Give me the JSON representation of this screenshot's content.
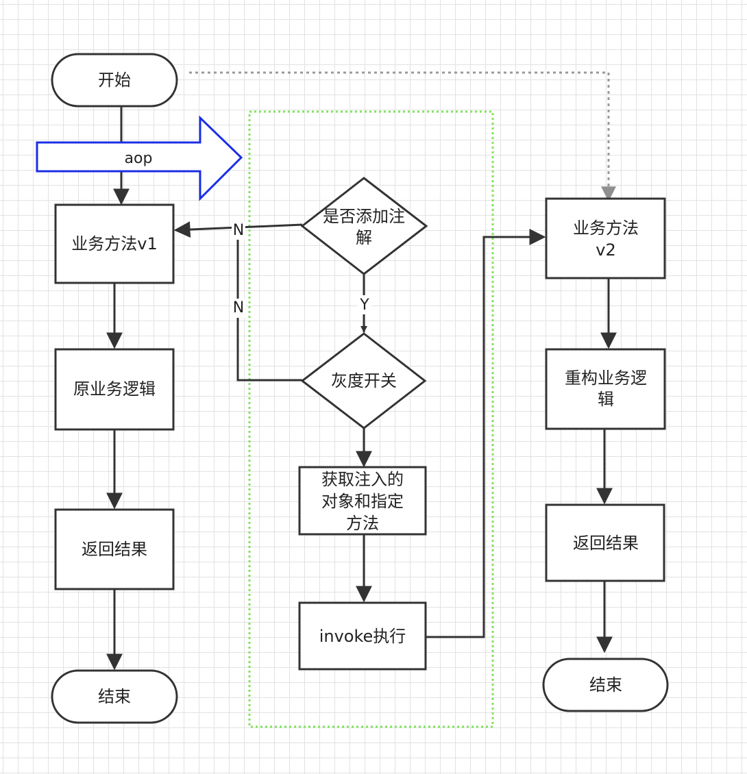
{
  "diagram": {
    "nodes": {
      "start": {
        "lines": [
          "开始"
        ]
      },
      "biz_v1": {
        "lines": [
          "业务方法v1"
        ]
      },
      "orig_logic": {
        "lines": [
          "原业务逻辑"
        ]
      },
      "return_left": {
        "lines": [
          "返回结果"
        ]
      },
      "end_left": {
        "lines": [
          "结束"
        ]
      },
      "is_annotated": {
        "lines": [
          "是否添加注",
          "解"
        ]
      },
      "gray_switch": {
        "lines": [
          "灰度开关"
        ]
      },
      "get_target": {
        "lines": [
          "获取注入的",
          "对象和指定",
          "方法"
        ]
      },
      "invoke": {
        "lines": [
          "invoke执行"
        ]
      },
      "biz_v2": {
        "lines": [
          "业务方法",
          "v2"
        ]
      },
      "refactor_logic": {
        "lines": [
          "重构业务逻",
          "辑"
        ]
      },
      "return_right": {
        "lines": [
          "返回结果"
        ]
      },
      "end_right": {
        "lines": [
          "结束"
        ]
      }
    },
    "aop_arrow_label": "aop",
    "edge_labels": {
      "annotated_no": "N",
      "annotated_yes": "Y",
      "gray_no": "N"
    },
    "colors": {
      "stroke": "#333333",
      "aop_arrow": "#1a2ee6",
      "aop_region": "#7fe35a",
      "dotted_link": "#999999"
    }
  }
}
